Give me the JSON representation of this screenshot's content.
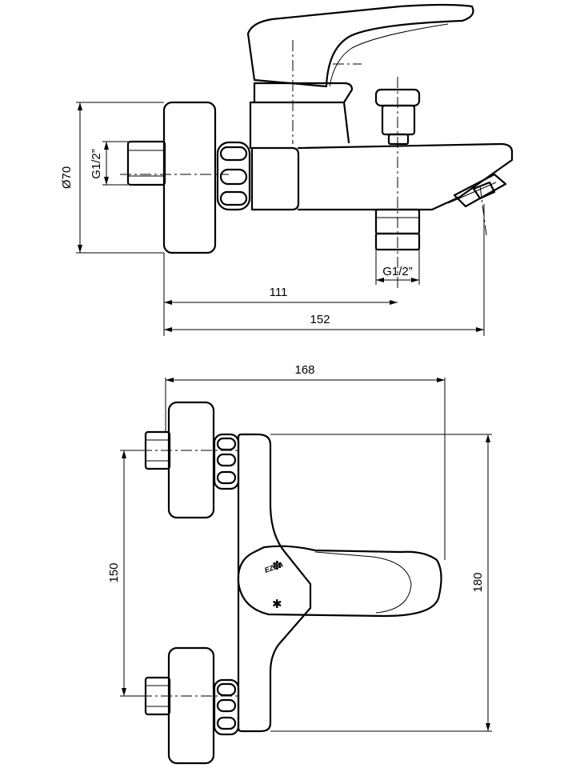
{
  "side_view": {
    "dia_label": "Ø70",
    "thread_label_left": "G1/2”",
    "thread_label_bottom": "G1/2”",
    "dim_111": "111",
    "dim_152": "152"
  },
  "front_view": {
    "dim_168": "168",
    "dim_150": "150",
    "dim_180": "180",
    "logo": "EZEA"
  }
}
